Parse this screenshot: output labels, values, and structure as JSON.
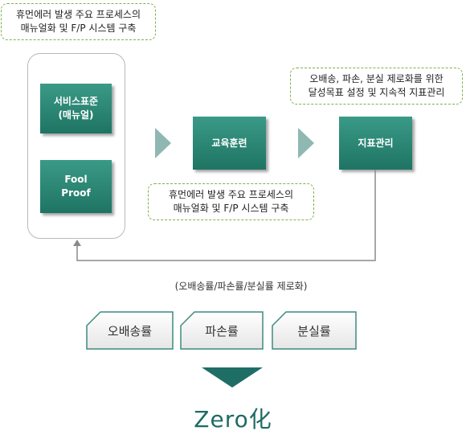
{
  "notes": {
    "top_left": "휴먼에러 발생 주요 프로세스의\n매뉴얼화  및 F/P 시스템 구축",
    "middle": "휴먼에러 발생 주요 프로세스의\n매뉴얼화  및 F/P 시스템 구축",
    "top_right": "오배송, 파손, 분실 제로화를 위한\n달성목표 설정 및 지속적 지표관리"
  },
  "boxes": {
    "service_standard": "서비스표준\n(매뉴얼)",
    "fool_proof": "Fool\nProof",
    "education": "교육훈련",
    "kpi": "지표관리"
  },
  "feedback_caption": "(오배송률/파손률/분실률 제로화)",
  "rates": [
    "오배송률",
    "파손률",
    "분실률"
  ],
  "result": "Zero化",
  "colors": {
    "box_green": "#1f7463",
    "note_border": "#7db24a",
    "arrow_teal": "#8fb8b2",
    "result_arrow": "#1e6e66"
  }
}
